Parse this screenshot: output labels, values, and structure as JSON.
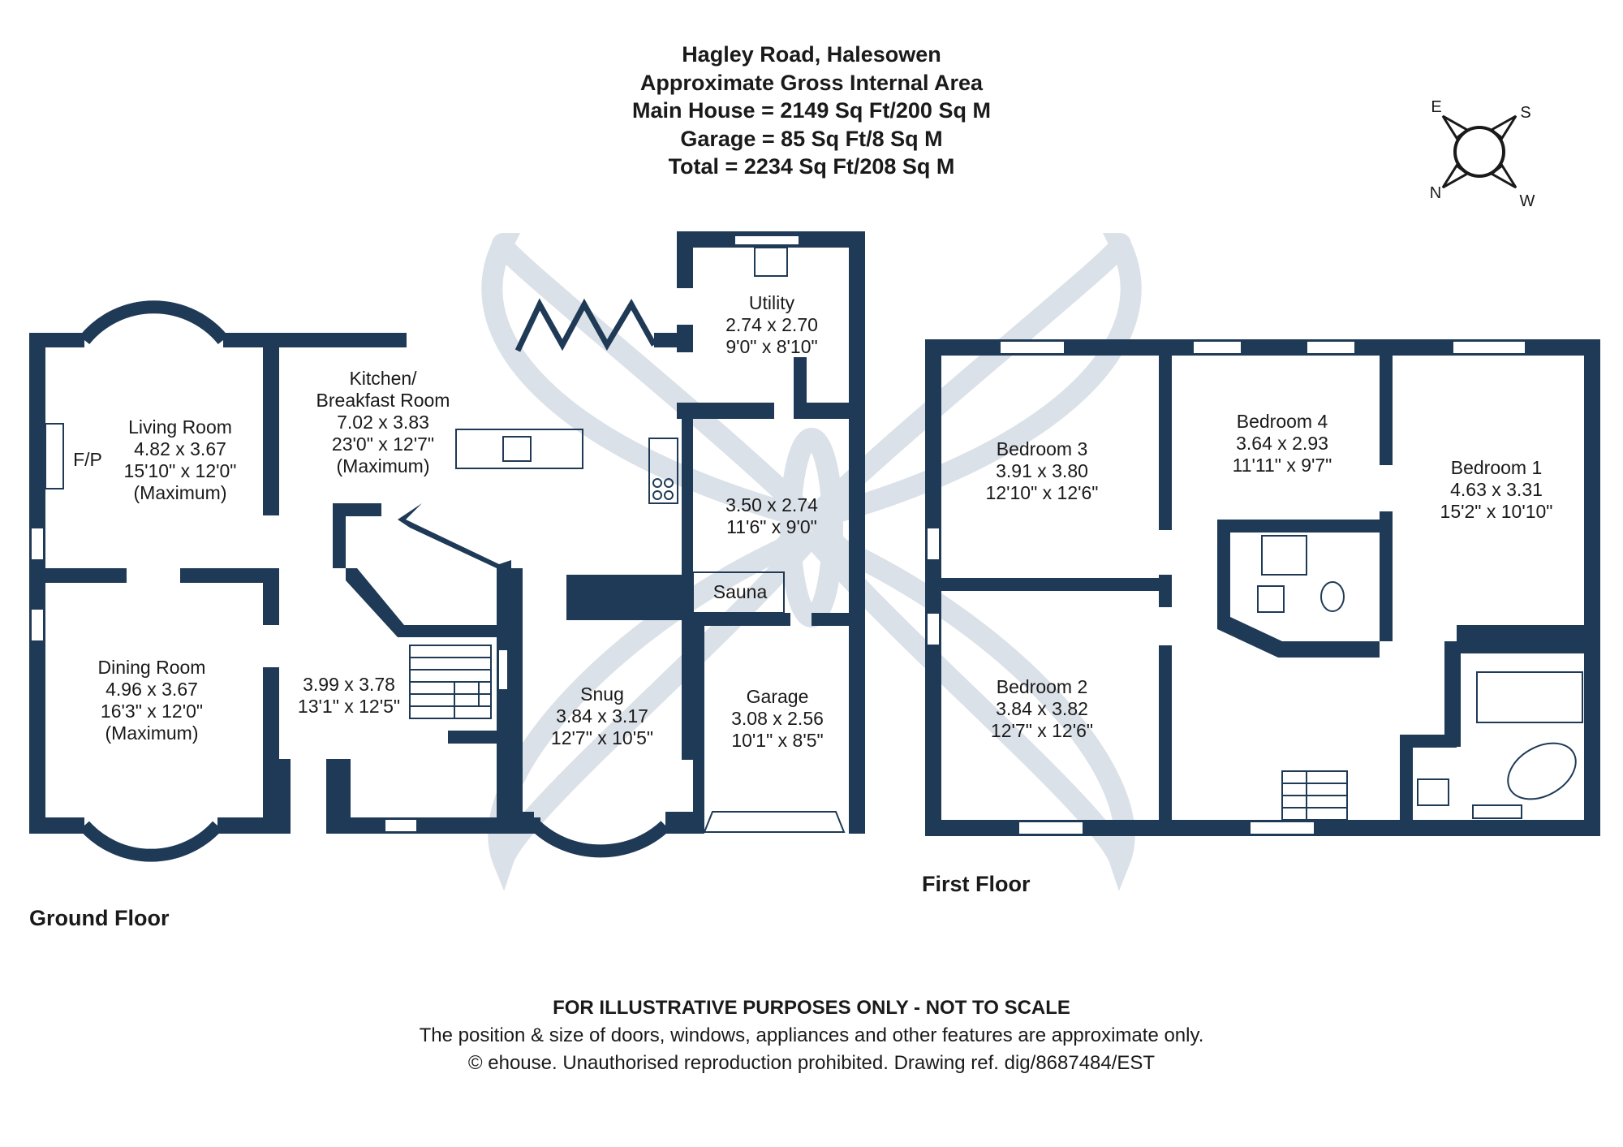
{
  "header": {
    "line1": "Hagley Road, Halesowen",
    "line2": "Approximate Gross Internal Area",
    "line3": "Main House = 2149 Sq Ft/200 Sq M",
    "line4": "Garage = 85 Sq Ft/8 Sq M",
    "line5": "Total = 2234 Sq Ft/208 Sq M"
  },
  "compass": {
    "e": "E",
    "s": "S",
    "n": "N",
    "w": "W"
  },
  "floors": {
    "ground": "Ground Floor",
    "first": "First Floor"
  },
  "ground_rooms": {
    "living": [
      "Living Room",
      "4.82 x 3.67",
      "15'10\" x 12'0\"",
      "(Maximum)"
    ],
    "fp": "F/P",
    "dining": [
      "Dining Room",
      "4.96 x 3.67",
      "16'3\" x 12'0\"",
      "(Maximum)"
    ],
    "kitchen": [
      "Kitchen/",
      "Breakfast Room",
      "7.02 x 3.83",
      "23'0\" x 12'7\"",
      "(Maximum)"
    ],
    "utility": [
      "Utility",
      "2.74 x 2.70",
      "9'0\" x 8'10\""
    ],
    "room350": [
      "3.50 x 2.74",
      "11'6\" x 9'0\""
    ],
    "sauna": "Sauna",
    "hall": [
      "3.99 x 3.78",
      "13'1\" x 12'5\""
    ],
    "snug": [
      "Snug",
      "3.84 x 3.17",
      "12'7\" x 10'5\""
    ],
    "garage": [
      "Garage",
      "3.08 x 2.56",
      "10'1\" x 8'5\""
    ]
  },
  "first_rooms": {
    "bed3": [
      "Bedroom 3",
      "3.91 x 3.80",
      "12'10\" x 12'6\""
    ],
    "bed4": [
      "Bedroom 4",
      "3.64 x 2.93",
      "11'11\" x 9'7\""
    ],
    "bed1": [
      "Bedroom 1",
      "4.63 x 3.31",
      "15'2\" x 10'10\""
    ],
    "bed2": [
      "Bedroom 2",
      "3.84 x 3.82",
      "12'7\" x 12'6\""
    ]
  },
  "footer": {
    "line1": "FOR ILLUSTRATIVE PURPOSES ONLY - NOT TO SCALE",
    "line2": "The position & size of doors, windows, appliances and other features are approximate only.",
    "line3": "© ehouse. Unauthorised reproduction prohibited. Drawing ref. dig/8687484/EST"
  },
  "colors": {
    "wall": "#1f3a56",
    "watermark": "#d7dee6"
  }
}
